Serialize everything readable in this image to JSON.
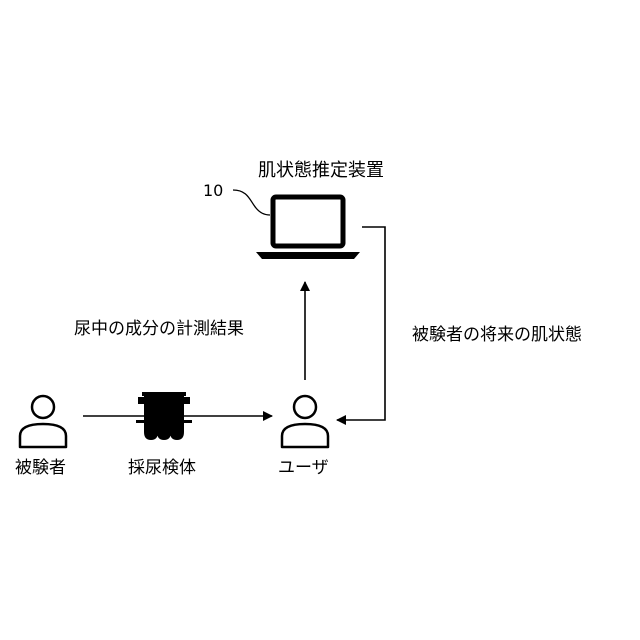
{
  "device": {
    "label": "肌状態推定装置",
    "ref_number": "10"
  },
  "subject": {
    "label": "被験者"
  },
  "sample": {
    "label": "採尿検体"
  },
  "user": {
    "label": "ユーザ"
  },
  "edges": {
    "measurement_label": "尿中の成分の計測結果",
    "prediction_label": "被験者の将来の肌状態"
  },
  "icons": {
    "device": "laptop-icon",
    "subject": "person-icon",
    "sample": "test-tubes-icon",
    "user": "person-icon"
  },
  "colors": {
    "stroke": "#000000",
    "background": "#ffffff"
  }
}
